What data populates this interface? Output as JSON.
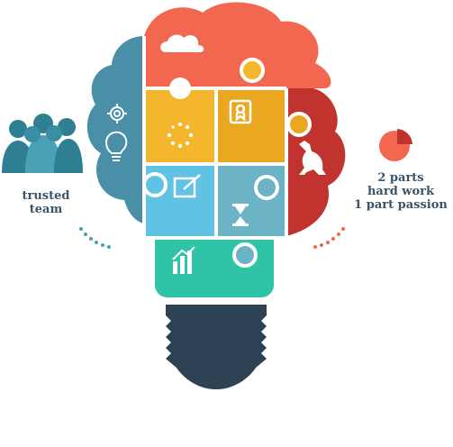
{
  "left_caption": {
    "line1": "trusted",
    "line2": "team"
  },
  "right_caption": {
    "line1": "2 parts",
    "line2": "hard work",
    "line3": "1 part passion"
  },
  "icons": [
    "cloud-icon",
    "gear-icon",
    "lightbulb-icon",
    "loading-dots-icon",
    "certificate-icon",
    "kangaroo-icon",
    "edit-icon",
    "hourglass-icon",
    "bar-chart-icon",
    "team-icon",
    "pie-chart-icon"
  ],
  "colors": {
    "red": "#f2674f",
    "dark_red": "#c0332f",
    "yellow": "#f4b62d",
    "dark_yellow": "#e9a820",
    "light_blue": "#61c3e4",
    "steel_blue": "#6db3c6",
    "teal": "#2fc3a8",
    "side_blue": "#4a8fa8",
    "bulb_base": "#2d4255",
    "text": "#3b5468"
  }
}
